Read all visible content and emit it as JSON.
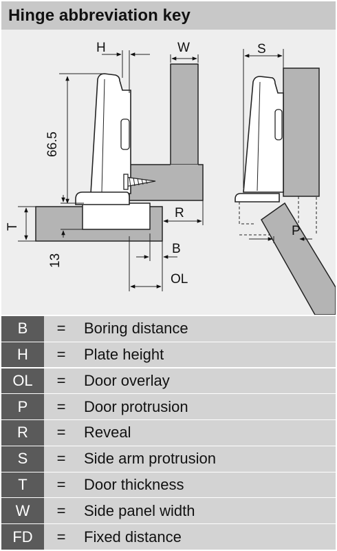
{
  "title": "Hinge abbreviation key",
  "dimension_labels": {
    "H": "H",
    "W": "W",
    "S": "S",
    "dim_66_5": "66.5",
    "T": "T",
    "dim_13": "13",
    "R": "R",
    "B": "B",
    "OL": "OL",
    "P": "P"
  },
  "legend": [
    {
      "key": "B",
      "eq": "=",
      "desc": "Boring distance"
    },
    {
      "key": "H",
      "eq": "=",
      "desc": "Plate height"
    },
    {
      "key": "OL",
      "eq": "=",
      "desc": "Door overlay"
    },
    {
      "key": "P",
      "eq": "=",
      "desc": "Door protrusion"
    },
    {
      "key": "R",
      "eq": "=",
      "desc": "Reveal"
    },
    {
      "key": "S",
      "eq": "=",
      "desc": "Side arm protrusion"
    },
    {
      "key": "T",
      "eq": "=",
      "desc": "Door thickness"
    },
    {
      "key": "W",
      "eq": "=",
      "desc": "Side panel width"
    },
    {
      "key": "FD",
      "eq": "=",
      "desc": "Fixed distance"
    }
  ],
  "colors": {
    "title_bg": "#c8c8c8",
    "diagram_bg": "#eeeeee",
    "key_bg": "#5a5a5a",
    "row_bg": "#d3d3d3",
    "panel_fill": "#b4b4b4",
    "hinge_fill": "#ffffff"
  }
}
